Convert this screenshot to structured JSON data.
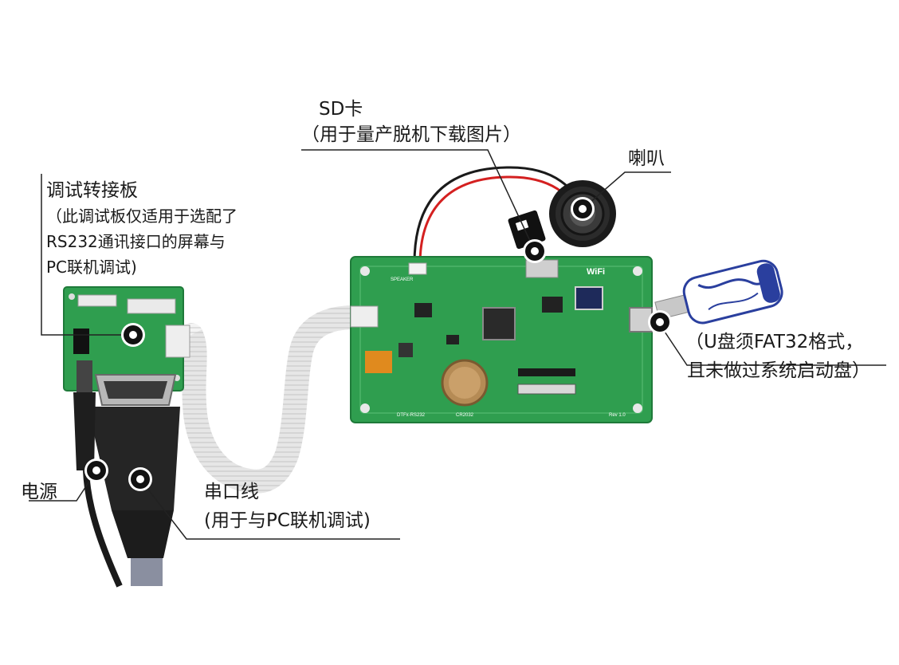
{
  "labels": {
    "sd_card": {
      "title": "SD卡",
      "note": "（用于量产脱机下载图片）"
    },
    "speaker": {
      "title": "喇叭"
    },
    "debug_board": {
      "title": "调试转接板",
      "lines": [
        "（此调试板仅适用于选配了",
        "RS232通讯接口的屏幕与",
        "PC联机调试)"
      ]
    },
    "usb_drive": {
      "lines": [
        "（U盘须FAT32格式，",
        "且未做过系统启动盘）"
      ]
    },
    "power": {
      "title": "电源"
    },
    "serial_cable": {
      "title": "串口线",
      "note": "(用于与PC联机调试)"
    }
  },
  "board_silkscreen": {
    "wifi": "WiFi",
    "speaker_port": "SPEAKER",
    "rtc": "CR2032",
    "rev": "Rev 1.0",
    "rs232": "DTFx-RS232"
  },
  "colors": {
    "pcb": "#2f9e4f",
    "pcb_dark": "#1f7a3a",
    "marker": "#111111",
    "leader": "#222222",
    "connector": "#eeeeee",
    "usb_blue": "#2a3f9e"
  }
}
